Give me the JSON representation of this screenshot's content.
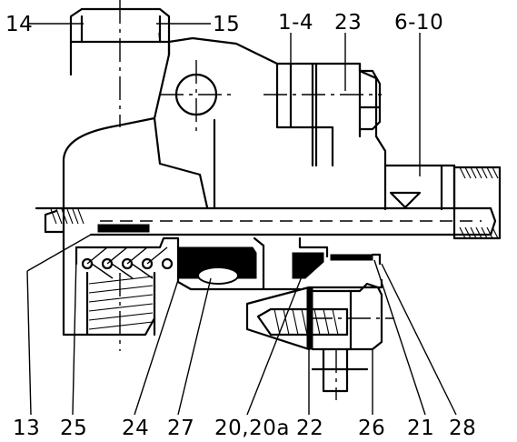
{
  "diagram": {
    "labels": {
      "l14": "14",
      "l15": "15",
      "l1_4": "1-4",
      "l23": "23",
      "l6_10": "6-10",
      "l13": "13",
      "l25": "25",
      "l24": "24",
      "l27": "27",
      "l20": "20,20a",
      "l22": "22",
      "l26": "26",
      "l21": "21",
      "l28": "28"
    }
  }
}
